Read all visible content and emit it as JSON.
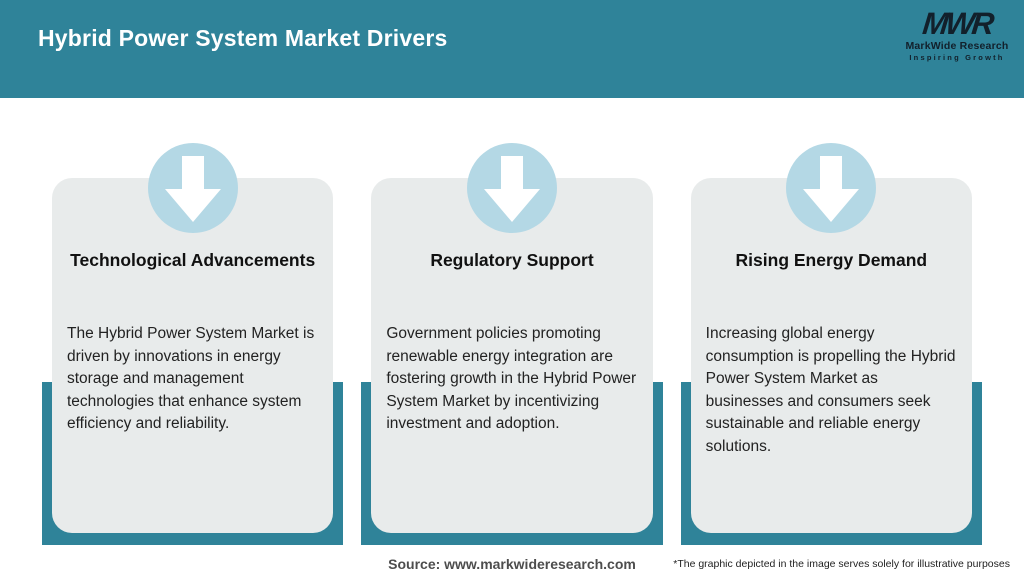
{
  "header": {
    "title": "Hybrid Power System Market Drivers"
  },
  "logo": {
    "monogram": "MWR",
    "name": "MarkWide Research",
    "tagline": "Inspiring Growth"
  },
  "colors": {
    "teal": "#2F8399",
    "card_background": "#E8EBEB",
    "circle_blue": "#B4D8E5",
    "arrow": "#FFFFFF",
    "header_text": "#FFFFFF",
    "body_text": "#222222",
    "logo_text": "#12202B"
  },
  "icons": {
    "card_icon": "down-arrow-icon"
  },
  "chart_data": {
    "type": "table",
    "title": "Hybrid Power System Market Drivers",
    "categories": [
      "Technological Advancements",
      "Regulatory Support",
      "Rising Energy Demand"
    ],
    "descriptions": [
      "The Hybrid Power System Market is driven by innovations in energy storage and management technologies that enhance system efficiency and reliability.",
      "Government policies promoting renewable energy integration are fostering growth in the Hybrid Power System Market by incentivizing investment and adoption.",
      "Increasing global energy consumption is propelling the Hybrid Power System Market as businesses and consumers seek sustainable and reliable energy solutions."
    ]
  },
  "cards": [
    {
      "title": "Technological Advancements",
      "body": "The Hybrid Power System Market is driven by innovations in energy storage and management technologies that enhance system efficiency and reliability."
    },
    {
      "title": "Regulatory Support",
      "body": "Government policies promoting renewable energy integration are fostering growth in the Hybrid Power System Market by incentivizing investment and adoption."
    },
    {
      "title": "Rising Energy Demand",
      "body": "Increasing global energy consumption is propelling the Hybrid Power System Market as businesses and consumers seek sustainable and reliable energy solutions."
    }
  ],
  "footer": {
    "source": "Source: www.markwideresearch.com",
    "disclaimer": "*The graphic depicted in the image serves solely for illustrative purposes"
  }
}
